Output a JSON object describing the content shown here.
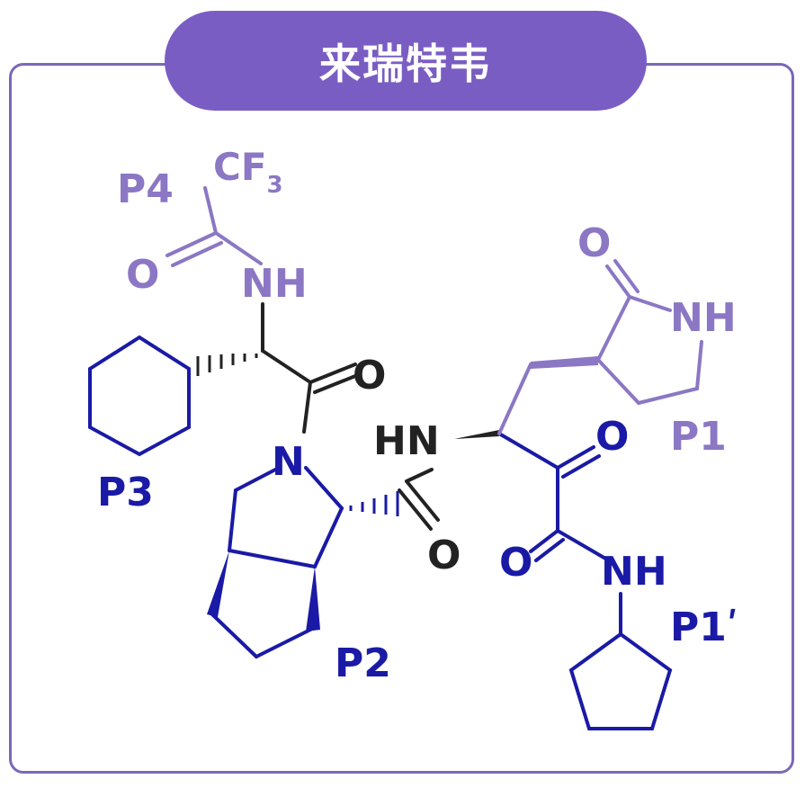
{
  "title": "来瑞特韦",
  "colors": {
    "accent": "#7a5dc3",
    "lavender": "#8b77c4",
    "navy": "#1a1aa6",
    "black": "#222222"
  },
  "atoms": {
    "cf3_c": "CF",
    "cf3_sub": "3",
    "o_p4": "O",
    "nh_p4": "NH",
    "o_p3": "O",
    "n_ring": "N",
    "hn_center": "HN",
    "o_p2": "O",
    "o_ketone": "O",
    "o_amide": "O",
    "nh_amide": "NH",
    "o_lactam": "O",
    "nh_lactam": "NH"
  },
  "labels": {
    "p1": "P1",
    "p1_prime": "P1ʹ",
    "p2": "P2",
    "p3": "P3",
    "p4": "P4"
  }
}
